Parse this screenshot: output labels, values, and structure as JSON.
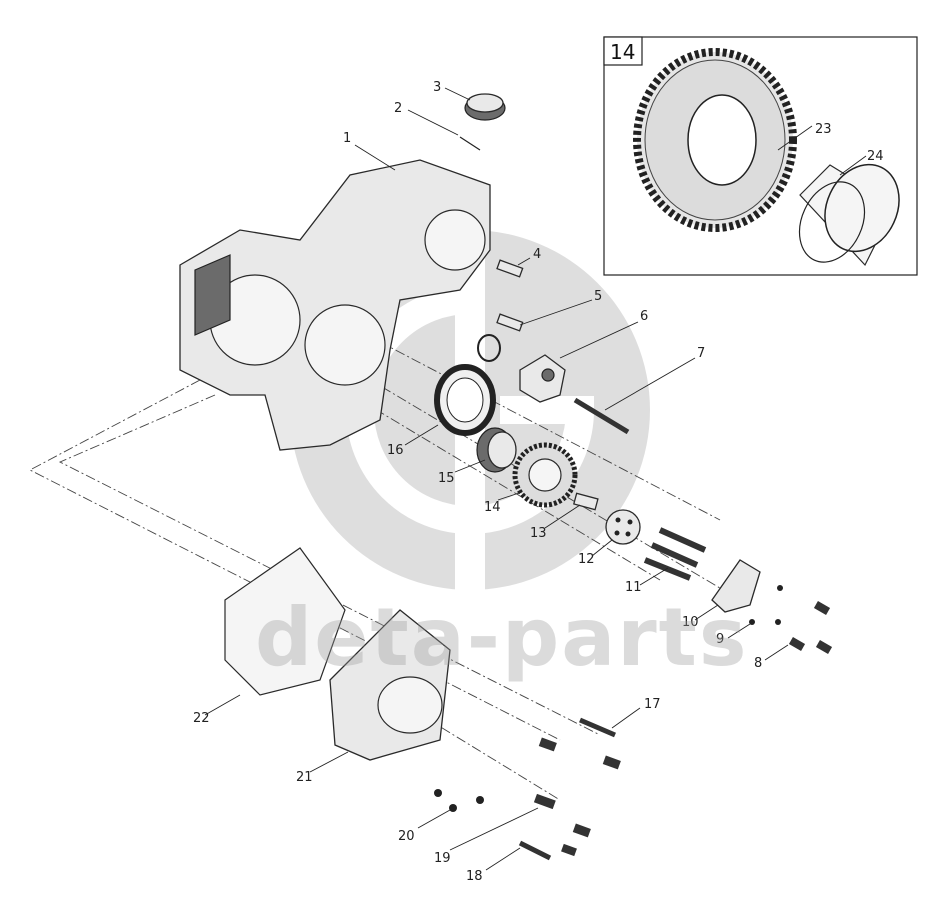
{
  "watermark": {
    "text": "deta-parts"
  },
  "inset": {
    "label": "14"
  },
  "callouts": [
    {
      "id": "1",
      "text": "1"
    },
    {
      "id": "2",
      "text": "2"
    },
    {
      "id": "3",
      "text": "3"
    },
    {
      "id": "4",
      "text": "4"
    },
    {
      "id": "5",
      "text": "5"
    },
    {
      "id": "6",
      "text": "6"
    },
    {
      "id": "7",
      "text": "7"
    },
    {
      "id": "8",
      "text": "8"
    },
    {
      "id": "9",
      "text": "9"
    },
    {
      "id": "10",
      "text": "10"
    },
    {
      "id": "11",
      "text": "11"
    },
    {
      "id": "12",
      "text": "12"
    },
    {
      "id": "13",
      "text": "13"
    },
    {
      "id": "14",
      "text": "14"
    },
    {
      "id": "15",
      "text": "15"
    },
    {
      "id": "16",
      "text": "16"
    },
    {
      "id": "17",
      "text": "17"
    },
    {
      "id": "18",
      "text": "18"
    },
    {
      "id": "19",
      "text": "19"
    },
    {
      "id": "20",
      "text": "20"
    },
    {
      "id": "21",
      "text": "21"
    },
    {
      "id": "22",
      "text": "22"
    },
    {
      "id": "23",
      "text": "23"
    },
    {
      "id": "24",
      "text": "24"
    }
  ],
  "colors": {
    "line": "#2a2a2a",
    "watermark": "#9a9a9a",
    "background": "#ffffff"
  }
}
